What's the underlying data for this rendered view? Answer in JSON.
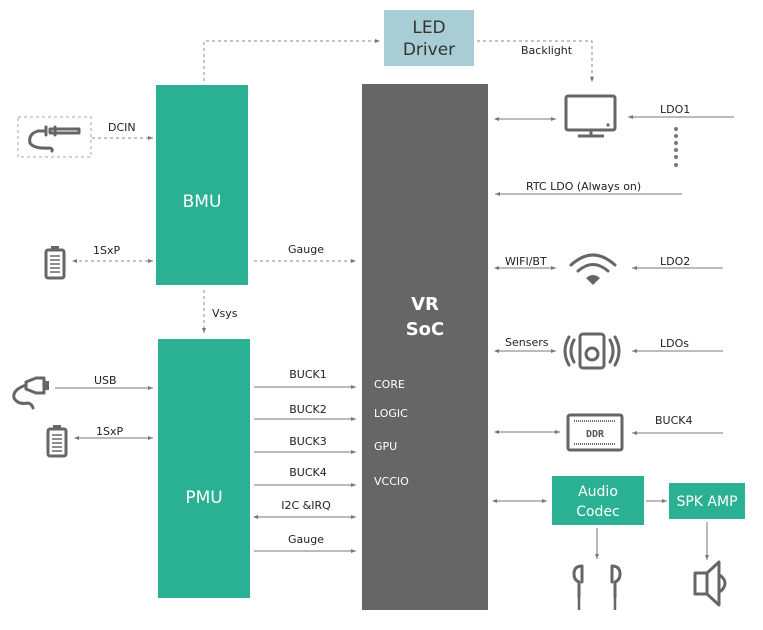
{
  "colors": {
    "block_green": "#2ab093",
    "soc_gray": "#666666",
    "led_blue": "#a9cdd5",
    "line_gray": "#777777",
    "icon_gray": "#666666"
  },
  "blocks": {
    "led_driver": "LED\nDriver",
    "led_driver_line1": "LED",
    "led_driver_line2": "Driver",
    "bmu": "BMU",
    "pmu": "PMU",
    "soc_line1": "VR",
    "soc_line2": "SoC",
    "audio_codec_line1": "Audio",
    "audio_codec_line2": "Codec",
    "spk_amp": "SPK AMP"
  },
  "soc_rails": [
    "CORE",
    "LOGIC",
    "GPU",
    "VCCIO"
  ],
  "left_labels": {
    "dcin": "DCIN",
    "bmu_battery": "1SxP",
    "usb": "USB",
    "pmu_battery": "1SxP",
    "vsys": "Vsys",
    "bmu_gauge": "Gauge"
  },
  "pmu_outputs": [
    "BUCK1",
    "BUCK2",
    "BUCK3",
    "BUCK4",
    "I2C &IRQ",
    "Gauge"
  ],
  "right_labels": {
    "backlight": "Backlight",
    "ldo1": "LDO1",
    "rtc_ldo": "RTC LDO (Always on)",
    "wifi_bt": "WIFI/BT",
    "ldo2": "LDO2",
    "sensers": "Sensers",
    "ldos": "LDOs",
    "buck4": "BUCK4"
  },
  "icons": {
    "dc_jack": "dc-jack-icon",
    "battery": "battery-icon",
    "usb_cable": "usb-cable-icon",
    "monitor": "monitor-icon",
    "wifi": "wifi-icon",
    "sensor": "sensor-icon",
    "ddr": "ddr-memory-icon",
    "earphones": "earphones-icon",
    "speaker": "speaker-icon"
  },
  "ddr_text": "DDR"
}
